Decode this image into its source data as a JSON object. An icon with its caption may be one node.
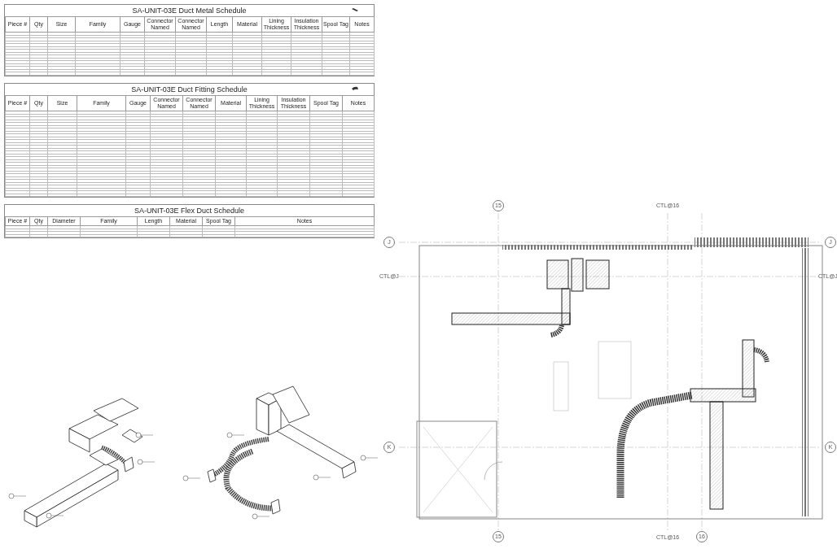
{
  "diagram": {
    "labels": [
      "SA-UNIT-03E Duct Metal Schedule",
      "Piece #",
      "Qty",
      "Size",
      "Family",
      "Gauge",
      "Connector Named",
      "Connector Named",
      "Length",
      "Material",
      "Lining Thickness",
      "Insulation Thickness",
      "Spool Tag",
      "Notes",
      "SA-UNIT-03E Duct Fitting Schedule",
      "Piece #",
      "Qty",
      "Size",
      "Family",
      "Gauge",
      "Connector Named",
      "Connector Named",
      "Material",
      "Lining Thickness",
      "Insulation Thickness",
      "Spool Tag",
      "Notes",
      "SA-UNIT-03E Flex Duct Schedule",
      "Piece #",
      "Qty",
      "Diameter",
      "Family",
      "Length",
      "Material",
      "Spool Tag",
      "Notes",
      "15",
      "CTL@16",
      "J",
      "J",
      "CTL@J",
      "CTL@J",
      "K",
      "K",
      "15",
      "CTL@16",
      "16"
    ]
  }
}
